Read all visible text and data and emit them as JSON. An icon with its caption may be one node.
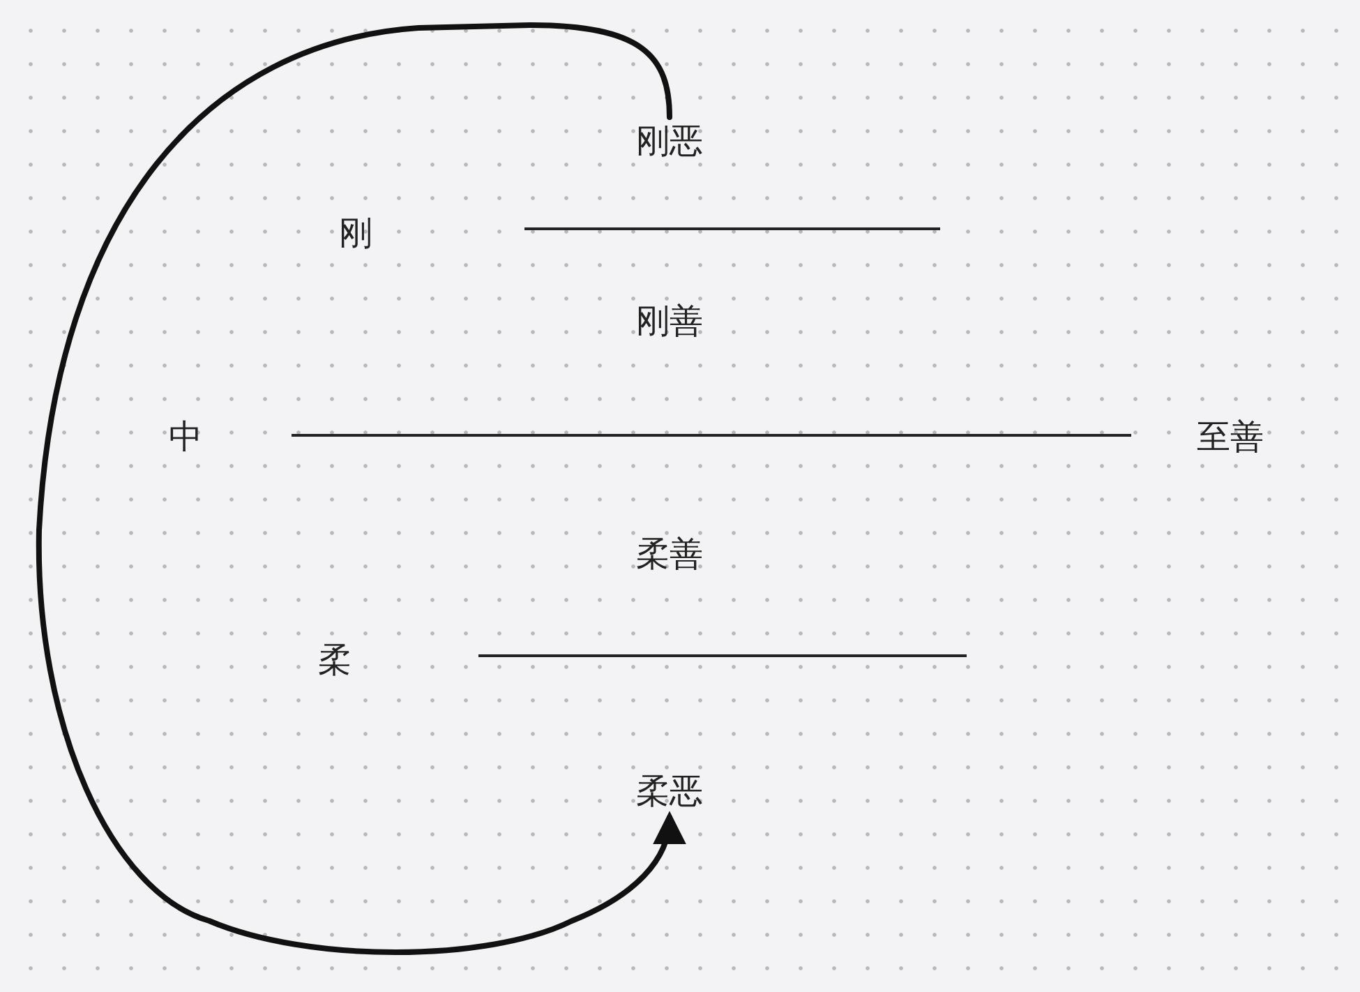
{
  "diagram": {
    "nodes": [
      {
        "text": [
          "刚恶"
        ]
      },
      {
        "text": [
          "柔恶"
        ]
      }
    ],
    "edges": [
      {
        "from": 0,
        "to": 1,
        "arrow": "to"
      }
    ],
    "labels": [
      "刚",
      "刚善",
      "中",
      "至善",
      "柔善",
      "柔"
    ]
  }
}
